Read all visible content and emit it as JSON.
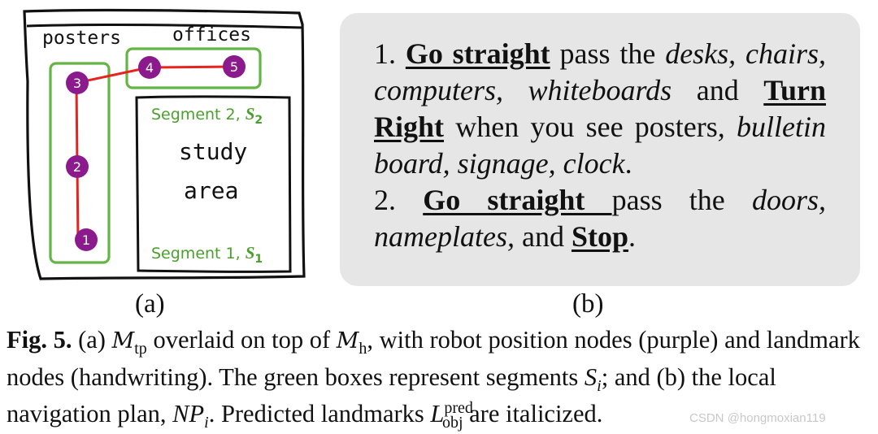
{
  "panel_a": {
    "sublabel": "(a)",
    "room_labels": {
      "posters": "posters",
      "offices": "offices",
      "study_area_line1": "study",
      "study_area_line2": "area"
    },
    "segments": [
      {
        "label": "Segment 2, ",
        "symbol": "S",
        "subscript": "2"
      },
      {
        "label": "Segment 1, ",
        "symbol": "S",
        "subscript": "1"
      }
    ],
    "nodes": [
      "1",
      "2",
      "3",
      "4",
      "5"
    ],
    "colors": {
      "node": "#8b1a8c",
      "path": "#e8231f",
      "segment_box": "#64b446",
      "segment_text": "#4aa02c"
    }
  },
  "panel_b": {
    "sublabel": "(b)",
    "step1": {
      "number": "1.",
      "action1": "Go straight",
      "text1": " pass the ",
      "landmarks1a": "desks, chairs, computers, whiteboards",
      "text2": " and ",
      "action2": "Turn Right",
      "text3": " when you see posters",
      "landmarks1b": ", bulletin board, signage, clock",
      "end": "."
    },
    "step2": {
      "number": "2.",
      "action1": "Go straight ",
      "text1": "pass the ",
      "landmarks": "doors, nameplates,",
      "text2": " and ",
      "action2": "Stop",
      "end": "."
    }
  },
  "caption": {
    "fig": "Fig. 5.",
    "p1": " (a) ",
    "m_tp": "M",
    "m_tp_sub": "tp",
    "p2": " overlaid on top of ",
    "m_h": "M",
    "m_h_sub": "h",
    "p3": ", with robot position nodes (purple) and landmark nodes (handwriting). The green boxes represent segments ",
    "s_i": "S",
    "s_i_sub": "i",
    "p4": "; and (b) the local navigation plan, ",
    "np": "NP",
    "np_sub": "i",
    "p5": ". Predicted landmarks ",
    "l": "L",
    "l_sup": "pred",
    "l_sub": "obj",
    "p6": " are italicized."
  },
  "watermark": "CSDN @hongmoxian119"
}
